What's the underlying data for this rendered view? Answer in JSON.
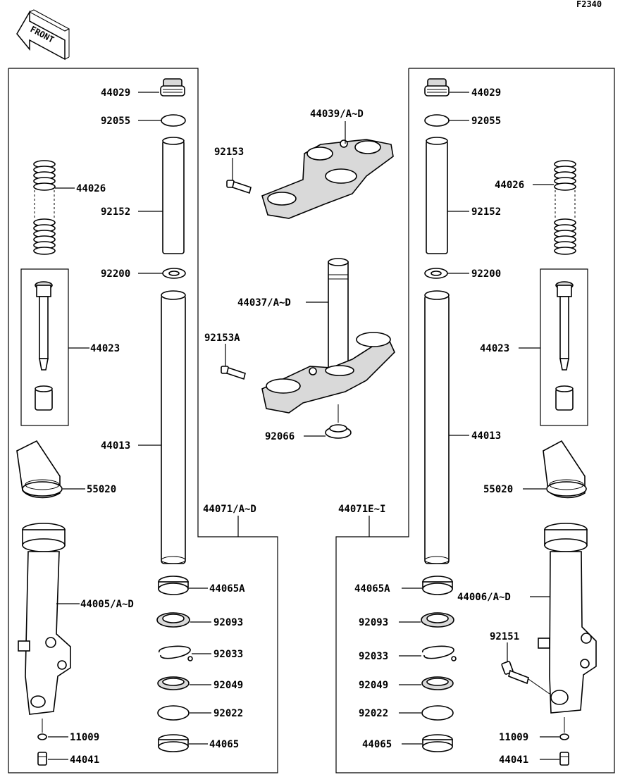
{
  "diagram_code": "F2340",
  "front_label": "FRONT",
  "labels": {
    "l_44029": "44029",
    "l_92055": "92055",
    "l_44026": "44026",
    "l_92152": "92152",
    "l_92200": "92200",
    "l_44023": "44023",
    "l_44013": "44013",
    "l_55020": "55020",
    "l_44005": "44005/A~D",
    "l_11009": "11009",
    "l_44041": "44041",
    "c_44039": "44039/A~D",
    "c_92153": "92153",
    "c_44037": "44037/A~D",
    "c_92153A": "92153A",
    "c_92066": "92066",
    "c_44071AD": "44071/A~D",
    "c_44071EI": "44071E~I",
    "c_44065A_l": "44065A",
    "c_92093_l": "92093",
    "c_92033_l": "92033",
    "c_92049_l": "92049",
    "c_92022_l": "92022",
    "c_44065_l": "44065",
    "c_44065A_r": "44065A",
    "c_92093_r": "92093",
    "c_92033_r": "92033",
    "c_92049_r": "92049",
    "c_92022_r": "92022",
    "c_44065_r": "44065",
    "r_44029": "44029",
    "r_92055": "92055",
    "r_44026": "44026",
    "r_92152": "92152",
    "r_92200": "92200",
    "r_44023": "44023",
    "r_44013": "44013",
    "r_55020": "55020",
    "r_44006": "44006/A~D",
    "r_92151": "92151",
    "r_11009": "11009",
    "r_44041": "44041"
  }
}
